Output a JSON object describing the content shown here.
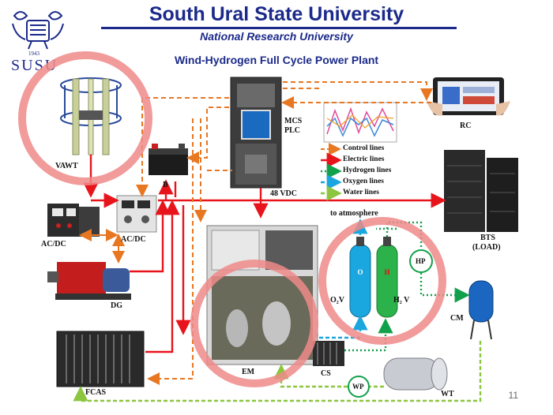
{
  "header": {
    "university": "South Ural State University",
    "subtitle": "National Research University",
    "logo_year": "1943",
    "logo_text": "SUSU"
  },
  "diagram": {
    "title": "Wind-Hydrogen Full Cycle Power Plant",
    "components": {
      "vawt": "VAWT",
      "acdc_left": "AC/DC",
      "acdc_mid": "AC/DC",
      "battery": "B",
      "dg": "DG",
      "fcas": "FCAS",
      "mcs": "MCS",
      "plc": "PLC",
      "rc": "RC",
      "bts": "BTS",
      "load": "(LOAD)",
      "em": "EM",
      "cs": "CS",
      "wp": "WP",
      "wt": "WT",
      "o2v": "O₂V",
      "h2v": "H₂ V",
      "hp": "HP",
      "cm": "CM",
      "vdc": "48 VDC",
      "atmosphere": "to atmosphere"
    },
    "legend": [
      {
        "label": "Control lines",
        "color": "#e87722",
        "style": "dashed"
      },
      {
        "label": "Electric lines",
        "color": "#e8141c",
        "style": "solid"
      },
      {
        "label": "Hydrogen lines",
        "color": "#12a14b",
        "style": "dotted"
      },
      {
        "label": "Oxygen lines",
        "color": "#1aa6de",
        "style": "dashed"
      },
      {
        "label": "Water lines",
        "color": "#8cc63f",
        "style": "dashed"
      }
    ],
    "highlight_color": "#ef8a8a"
  },
  "footer": {
    "page_number": "11"
  }
}
